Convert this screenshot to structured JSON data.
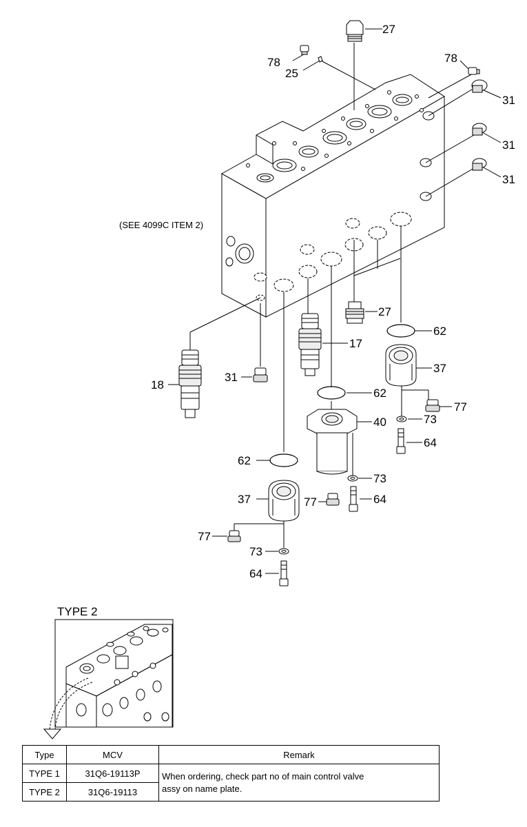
{
  "callouts": [
    "27",
    "78",
    "25",
    "78",
    "31",
    "31",
    "31",
    "27",
    "62",
    "17",
    "37",
    "77",
    "73",
    "64",
    "18",
    "31",
    "62",
    "40",
    "73",
    "64",
    "62",
    "37",
    "77",
    "77",
    "73",
    "64"
  ],
  "see_note": "(SEE 4099C ITEM 2)",
  "type2_label": "TYPE 2",
  "table": {
    "headers": [
      "Type",
      "MCV",
      "Remark"
    ],
    "rows": [
      {
        "type": "TYPE 1",
        "mcv": "31Q6-19113P"
      },
      {
        "type": "TYPE 2",
        "mcv": "31Q6-19113"
      }
    ],
    "remark_line1": "When ordering, check part no of main control valve",
    "remark_line2": "assy on name plate."
  }
}
